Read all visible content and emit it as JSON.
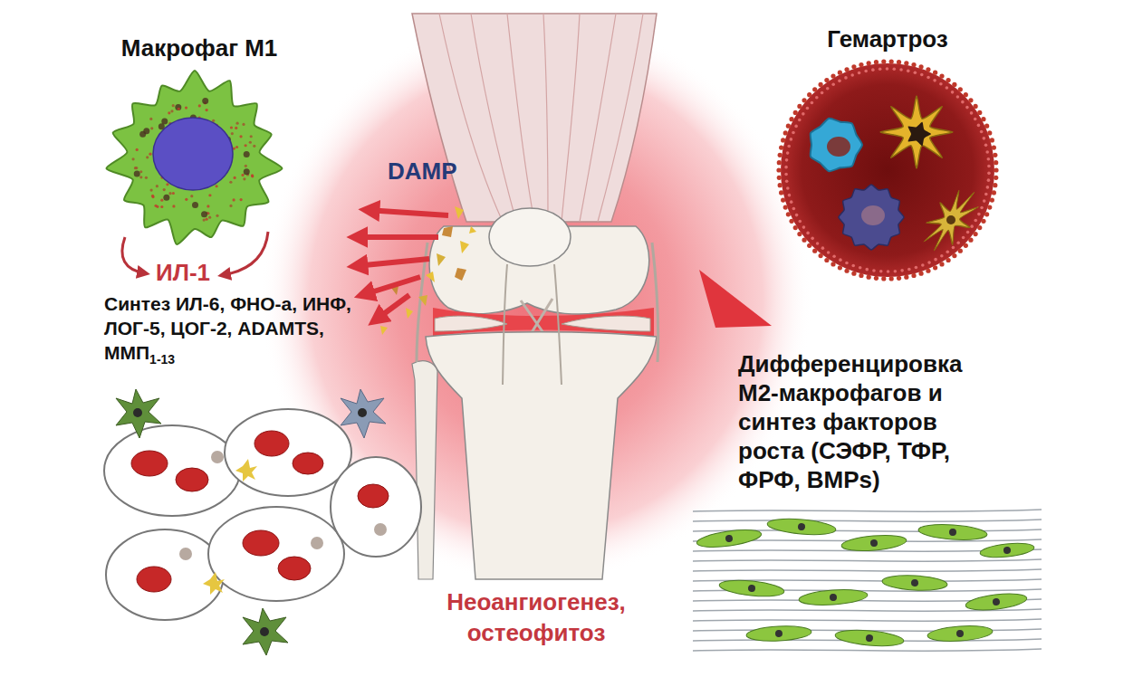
{
  "diagram": {
    "nodes": [
      {
        "text": [
          "Макрофаг М1"
        ]
      },
      {
        "text": [
          "Гемартроз"
        ]
      }
    ],
    "labels": [
      "DAMP",
      "ИЛ-1",
      "Синтез ИЛ-6, ФНО-а, ИНФ, ЛОГ-5, ЦОГ-2, ADAMTS, ММП",
      "1-13",
      "Дифференцировка М2-макрофагов и синтез факторов роста (СЭФР, ТФР, ФРФ, BMPs)",
      "Неоангиогенез, остеофитоз"
    ]
  }
}
